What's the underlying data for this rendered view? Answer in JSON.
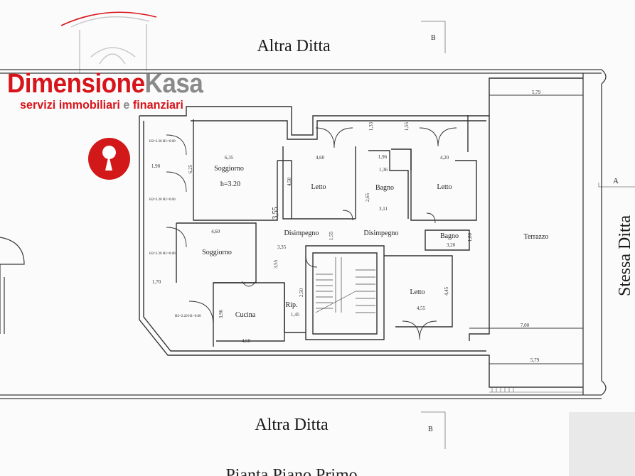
{
  "logo": {
    "brand_part1": "Dimensione",
    "brand_part2": "Kasa",
    "tagline_part1": "servizi immobiliari",
    "tagline_conj": "e",
    "tagline_part2": "finanziari"
  },
  "icons": {
    "logo_mark": "house-roof-icon",
    "badge": "keyhole-icon"
  },
  "colors": {
    "brand_red": "#d7141a",
    "brand_gray": "#8a8a8a",
    "line": "#3a3a3a",
    "paper": "#fbfbfb"
  },
  "boundaries": {
    "top": "Altra Ditta",
    "bottom": "Altra Ditta",
    "right": "Stessa Ditta",
    "section_top": "B",
    "section_bottom": "B",
    "section_right": "A"
  },
  "footer_title": "Pianta Piano Primo",
  "rooms": {
    "soggiorno_1": "Soggiorno",
    "soggiorno_height": "h=3.20",
    "letto_1": "Letto",
    "bagno_1": "Bagno",
    "letto_2": "Letto",
    "disimpegno_1": "Disimpegno",
    "disimpegno_2": "Disimpegno",
    "bagno_2": "Bagno",
    "terrazzo": "Terrazzo",
    "soggiorno_2": "Soggiorno",
    "letto_3": "Letto",
    "cucina": "Cucina",
    "ripostiglio": "Rip."
  },
  "dimensions": {
    "d_579_top": "5,79",
    "d_635": "6,35",
    "d_625": "6,25",
    "d_190": "1,90",
    "d_460_letto": "4,60",
    "d_450": "4,50",
    "d_196": "1,96",
    "d_136": "1,36",
    "d_265": "2,65",
    "d_311": "3,11",
    "d_420": "4,20",
    "d_133": "1,33",
    "d_155_top": "1,55",
    "d_355_v": "3,55",
    "d_460_sogg": "4,60",
    "d_155_dis": "1,55",
    "d_335": "3,35",
    "d_355_h": "3,55",
    "d_320": "3,20",
    "d_180": "1,80",
    "d_170": "1,70",
    "d_396": "3,96",
    "d_450_cuc": "4,50",
    "d_250": "2,50",
    "d_145": "1,45",
    "d_445": "4,45",
    "d_455": "4,55",
    "d_700": "7,00",
    "d_579_bot": "5,79"
  },
  "window_notes": {
    "h_pair": "H2=2.20\nH1=0.00"
  }
}
